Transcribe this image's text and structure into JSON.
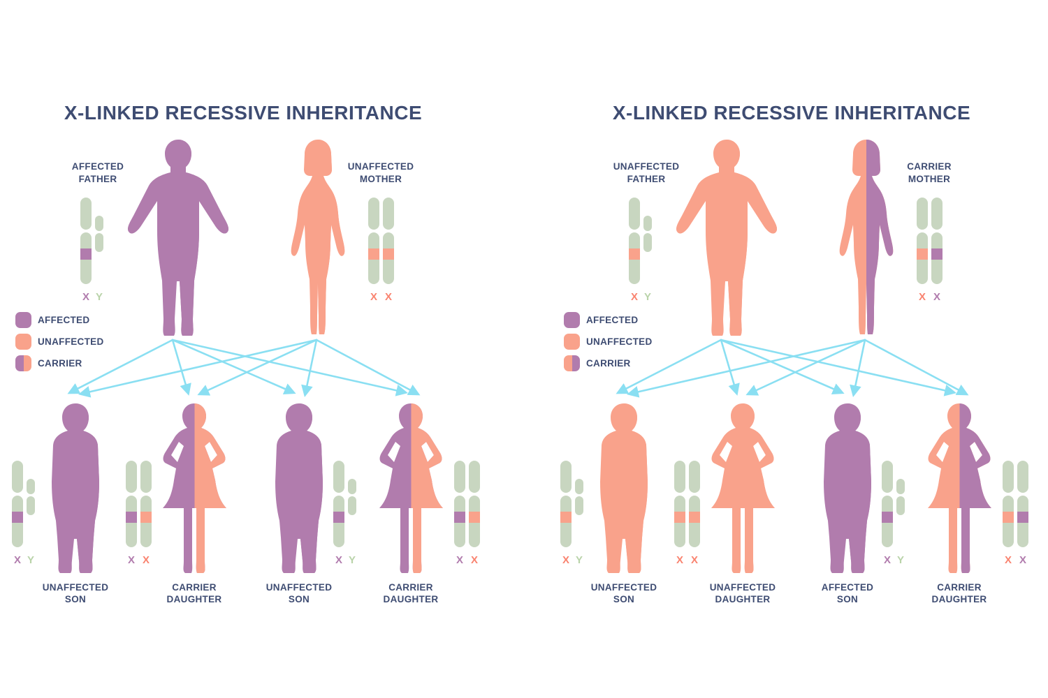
{
  "colors": {
    "affected": "#b17cad",
    "unaffected": "#f9a28b",
    "x_label_peach": "#f9836f",
    "y_label_green": "#b9d3a9",
    "chromosome_green": "#c8d6c0",
    "arrow_cyan": "#8adff2",
    "heading_navy": "#3e4c72",
    "background": "#ffffff"
  },
  "panels": [
    {
      "title": "X-LINKED RECESSIVE INHERITANCE",
      "father": {
        "label_line1": "AFFECTED",
        "label_line2": "FATHER",
        "fill_left": "affected",
        "fill_right": "affected"
      },
      "mother": {
        "label_line1": "UNAFFECTED",
        "label_line2": "MOTHER",
        "fill_left": "unaffected",
        "fill_right": "unaffected"
      },
      "father_chromosomes": {
        "x1_band": "affected",
        "x1_label": "X",
        "x1_label_color": "affected",
        "x2_label": "Y",
        "x2_label_color": "y_label_green"
      },
      "mother_chromosomes": {
        "x1_band": "unaffected",
        "x1_label": "X",
        "x1_label_color": "x_label_peach",
        "x2_band": "unaffected",
        "x2_label": "X",
        "x2_label_color": "x_label_peach"
      },
      "legend": [
        {
          "label": "AFFECTED",
          "fill_left": "affected",
          "fill_right": "affected"
        },
        {
          "label": "UNAFFECTED",
          "fill_left": "unaffected",
          "fill_right": "unaffected"
        },
        {
          "label": "CARRIER",
          "fill_left": "affected",
          "fill_right": "unaffected"
        }
      ],
      "children": [
        {
          "label_line1": "UNAFFECTED",
          "label_line2": "SON",
          "fill_left": "affected",
          "fill_right": "affected",
          "chrom": {
            "x1_band": "affected",
            "x1_label": "X",
            "x1_label_color": "affected",
            "x2_label": "Y",
            "x2_label_color": "y_label_green"
          }
        },
        {
          "label_line1": "CARRIER",
          "label_line2": "DAUGHTER",
          "fill_left": "affected",
          "fill_right": "unaffected",
          "chrom": {
            "x1_band": "affected",
            "x1_label": "X",
            "x1_label_color": "affected",
            "x2_band": "unaffected",
            "x2_label": "X",
            "x2_label_color": "x_label_peach"
          }
        },
        {
          "label_line1": "UNAFFECTED",
          "label_line2": "SON",
          "fill_left": "affected",
          "fill_right": "affected",
          "chrom": {
            "x1_band": "affected",
            "x1_label": "X",
            "x1_label_color": "affected",
            "x2_label": "Y",
            "x2_label_color": "y_label_green"
          }
        },
        {
          "label_line1": "CARRIER",
          "label_line2": "DAUGHTER",
          "fill_left": "affected",
          "fill_right": "unaffected",
          "chrom": {
            "x1_band": "affected",
            "x1_label": "X",
            "x1_label_color": "affected",
            "x2_band": "unaffected",
            "x2_label": "X",
            "x2_label_color": "x_label_peach"
          }
        }
      ]
    },
    {
      "title": "X-LINKED RECESSIVE INHERITANCE",
      "father": {
        "label_line1": "UNAFFECTED",
        "label_line2": "FATHER",
        "fill_left": "unaffected",
        "fill_right": "unaffected"
      },
      "mother": {
        "label_line1": "CARRIER",
        "label_line2": "MOTHER",
        "fill_left": "unaffected",
        "fill_right": "affected"
      },
      "father_chromosomes": {
        "x1_band": "unaffected",
        "x1_label": "X",
        "x1_label_color": "x_label_peach",
        "x2_label": "Y",
        "x2_label_color": "y_label_green"
      },
      "mother_chromosomes": {
        "x1_band": "unaffected",
        "x1_label": "X",
        "x1_label_color": "x_label_peach",
        "x2_band": "affected",
        "x2_label": "X",
        "x2_label_color": "affected"
      },
      "legend": [
        {
          "label": "AFFECTED",
          "fill_left": "affected",
          "fill_right": "affected"
        },
        {
          "label": "UNAFFECTED",
          "fill_left": "unaffected",
          "fill_right": "unaffected"
        },
        {
          "label": "CARRIER",
          "fill_left": "unaffected",
          "fill_right": "affected"
        }
      ],
      "children": [
        {
          "label_line1": "UNAFFECTED",
          "label_line2": "SON",
          "fill_left": "unaffected",
          "fill_right": "unaffected",
          "chrom": {
            "x1_band": "unaffected",
            "x1_label": "X",
            "x1_label_color": "x_label_peach",
            "x2_label": "Y",
            "x2_label_color": "y_label_green"
          }
        },
        {
          "label_line1": "UNAFFECTED",
          "label_line2": "DAUGHTER",
          "fill_left": "unaffected",
          "fill_right": "unaffected",
          "chrom": {
            "x1_band": "unaffected",
            "x1_label": "X",
            "x1_label_color": "x_label_peach",
            "x2_band": "unaffected",
            "x2_label": "X",
            "x2_label_color": "x_label_peach"
          }
        },
        {
          "label_line1": "AFFECTED",
          "label_line2": "SON",
          "fill_left": "affected",
          "fill_right": "affected",
          "chrom": {
            "x1_band": "affected",
            "x1_label": "X",
            "x1_label_color": "affected",
            "x2_label": "Y",
            "x2_label_color": "y_label_green"
          }
        },
        {
          "label_line1": "CARRIER",
          "label_line2": "DAUGHTER",
          "fill_left": "unaffected",
          "fill_right": "affected",
          "chrom": {
            "x1_band": "unaffected",
            "x1_label": "X",
            "x1_label_color": "x_label_peach",
            "x2_band": "affected",
            "x2_label": "X",
            "x2_label_color": "affected"
          }
        }
      ]
    }
  ]
}
